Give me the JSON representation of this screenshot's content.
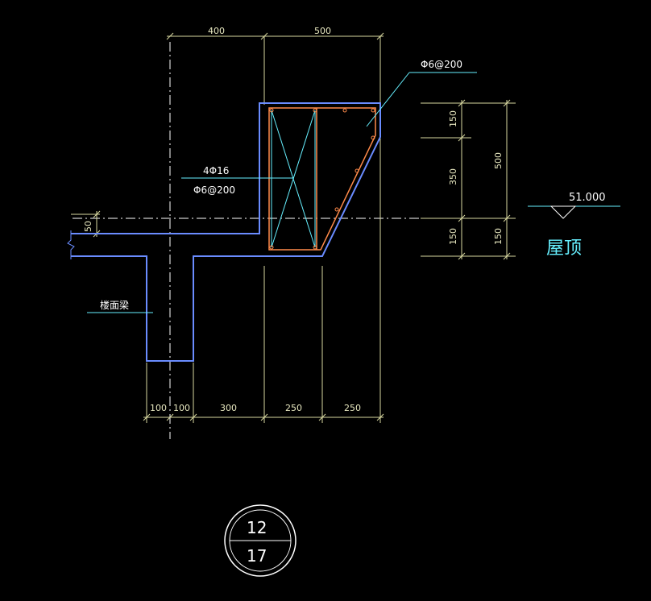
{
  "colors": {
    "background": "#000000",
    "concrete_outline": "#6a8cff",
    "rebar": "#ff8a4a",
    "centerline": "#ffffff",
    "dimension_line": "#d8d8a0",
    "leader": "#66f0ff",
    "stirrup": "#66f0ff"
  },
  "dimensions": {
    "top": [
      "400",
      "500"
    ],
    "bottom": [
      "100",
      "100",
      "300",
      "250",
      "250"
    ],
    "right_inner": [
      "150",
      "350",
      "150"
    ],
    "right_outer": [
      "500",
      "150"
    ],
    "slab": "50"
  },
  "annotations": {
    "top_stirrup": "Φ6@200",
    "main_bars": "4Φ16",
    "stirrup": "Φ6@200",
    "beam_label": "楼面梁",
    "elevation": "51.000",
    "roof": "屋顶"
  },
  "detail_bubble": {
    "top": "12",
    "bottom": "17"
  }
}
